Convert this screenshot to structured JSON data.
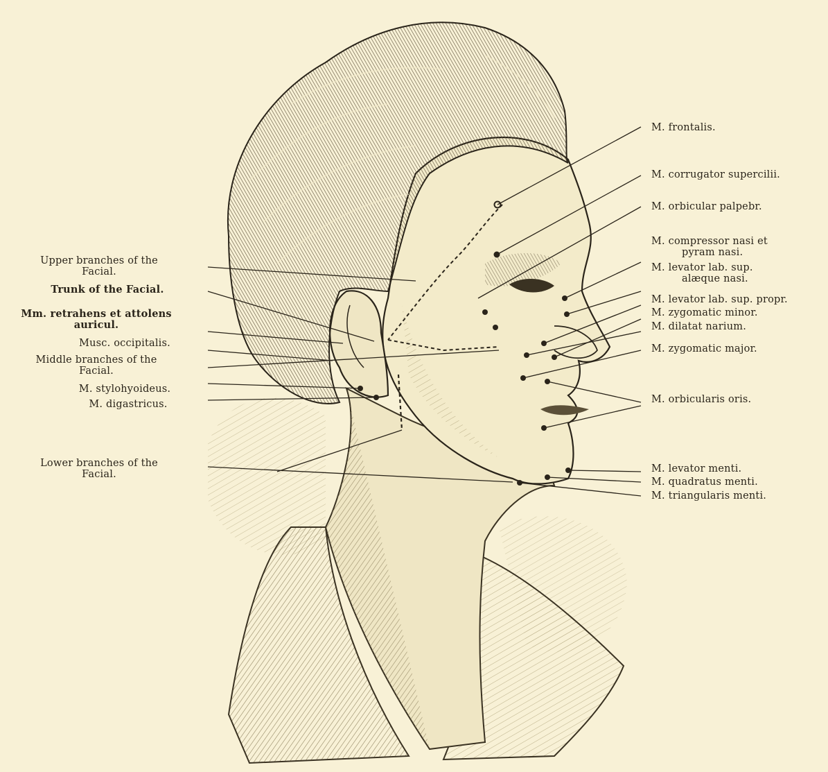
{
  "left_labels": [
    {
      "line1": "Upper branches of the",
      "line2": "Facial."
    },
    {
      "line1": "Trunk of the Facial.",
      "line2": ""
    },
    {
      "line1": "Mm. retrahens et attolens",
      "line2": "auricul."
    },
    {
      "line1": "Musc. occipitalis.",
      "line2": ""
    },
    {
      "line1": "Middle branches of the",
      "line2": "Facial."
    },
    {
      "line1": "M. stylohyoideus.",
      "line2": ""
    },
    {
      "line1": "M. digastricus.",
      "line2": ""
    },
    {
      "line1": "Lower branches of the",
      "line2": "Facial."
    }
  ],
  "right_labels": [
    {
      "line1": "M. frontalis.",
      "line2": ""
    },
    {
      "line1": "M. corrugator supercilii.",
      "line2": ""
    },
    {
      "line1": "M. orbicular palpebr.",
      "line2": ""
    },
    {
      "line1": "M. compressor nasi et",
      "line2": "pyram nasi."
    },
    {
      "line1": "M. levator lab. sup.",
      "line2": "alæque nasi."
    },
    {
      "line1": "M. levator lab. sup. propr.",
      "line2": ""
    },
    {
      "line1": "M. zygomatic minor.",
      "line2": ""
    },
    {
      "line1": "M. dilatat narium.",
      "line2": ""
    },
    {
      "line1": "M. zygomatic major.",
      "line2": ""
    },
    {
      "line1": "M. orbicularis oris.",
      "line2": ""
    },
    {
      "line1": "M. levator menti.",
      "line2": ""
    },
    {
      "line1": "M. quadratus menti.",
      "line2": ""
    },
    {
      "line1": "M. triangularis menti.",
      "line2": ""
    }
  ],
  "colors": {
    "paper": "#f8f1d6",
    "ink": "#2a241a",
    "skin_shade": "#d9cfa8",
    "hair": "#3a3222"
  }
}
